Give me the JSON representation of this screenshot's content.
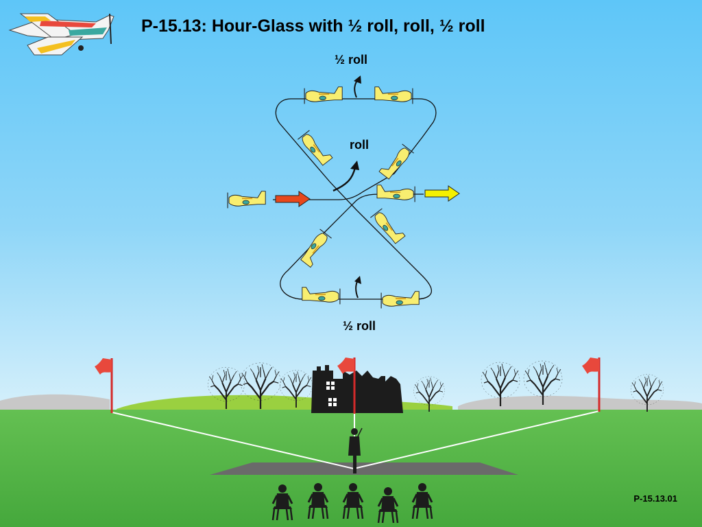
{
  "title": "P-15.13: Hour-Glass with ½ roll, roll, ½ roll",
  "labels": {
    "top_half_roll": "½ roll",
    "center_roll": "roll",
    "bottom_half_roll": "½ roll"
  },
  "figure_ref": "P-15.13.01",
  "colors": {
    "sky_top": "#5ec6f8",
    "sky_bottom": "#d6f0fb",
    "grass": "#58b84a",
    "runway": "#6a6a6a",
    "flag": "#e8483c",
    "pole": "#d42a2a",
    "entry_arrow": "#e8481c",
    "exit_arrow": "#f4f000",
    "plane_body": "#f8ee70",
    "silhouette": "#1c1c1c"
  }
}
